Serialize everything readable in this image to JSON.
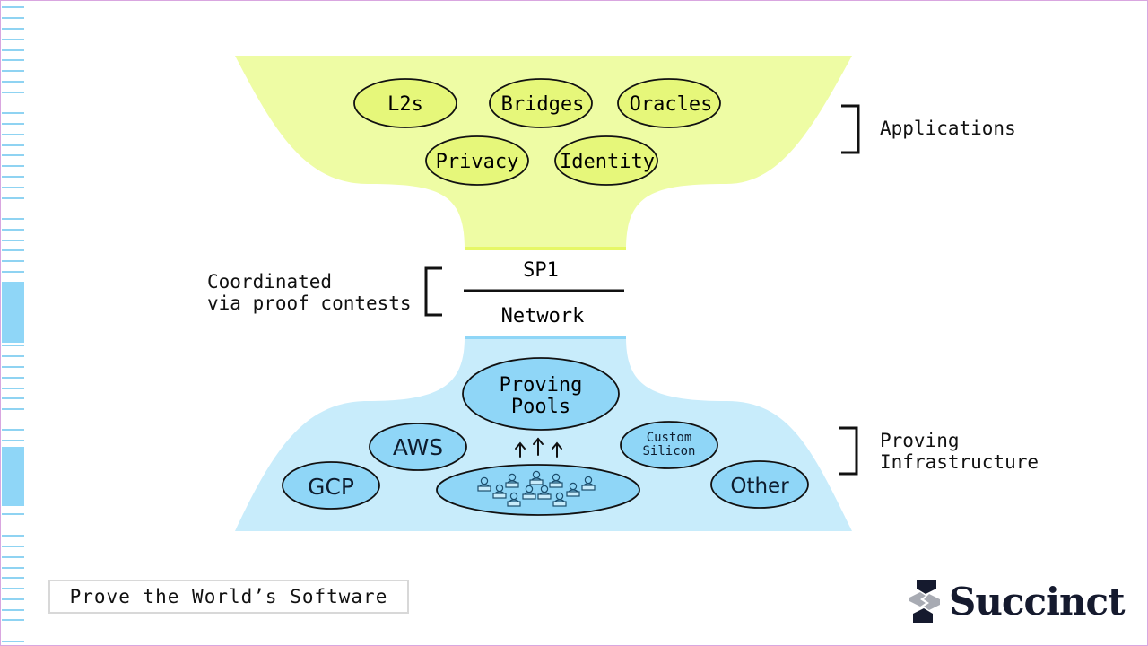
{
  "applications": {
    "label": "Applications",
    "items": [
      "L2s",
      "Bridges",
      "Oracles",
      "Privacy",
      "Identity"
    ]
  },
  "network": {
    "top": "SP1",
    "bottom": "Network",
    "side_label_line1": "Coordinated",
    "side_label_line2": "via proof contests"
  },
  "infrastructure": {
    "label_line1": "Proving",
    "label_line2": "Infrastructure",
    "pools_line1": "Proving",
    "pools_line2": "Pools",
    "items": [
      "AWS",
      "GCP",
      "Other"
    ],
    "custom_line1": "Custom",
    "custom_line2": "Silicon",
    "prover_count": 11
  },
  "footer": {
    "tagline": "Prove the World’s Software",
    "brand": "Succinct"
  },
  "colors": {
    "app_fill": "#eefca4",
    "app_node": "#e6f77a",
    "infra_fill": "#c8ecfb",
    "infra_node": "#8fd6f7",
    "ink": "#111111",
    "brand": "#151a2e"
  }
}
